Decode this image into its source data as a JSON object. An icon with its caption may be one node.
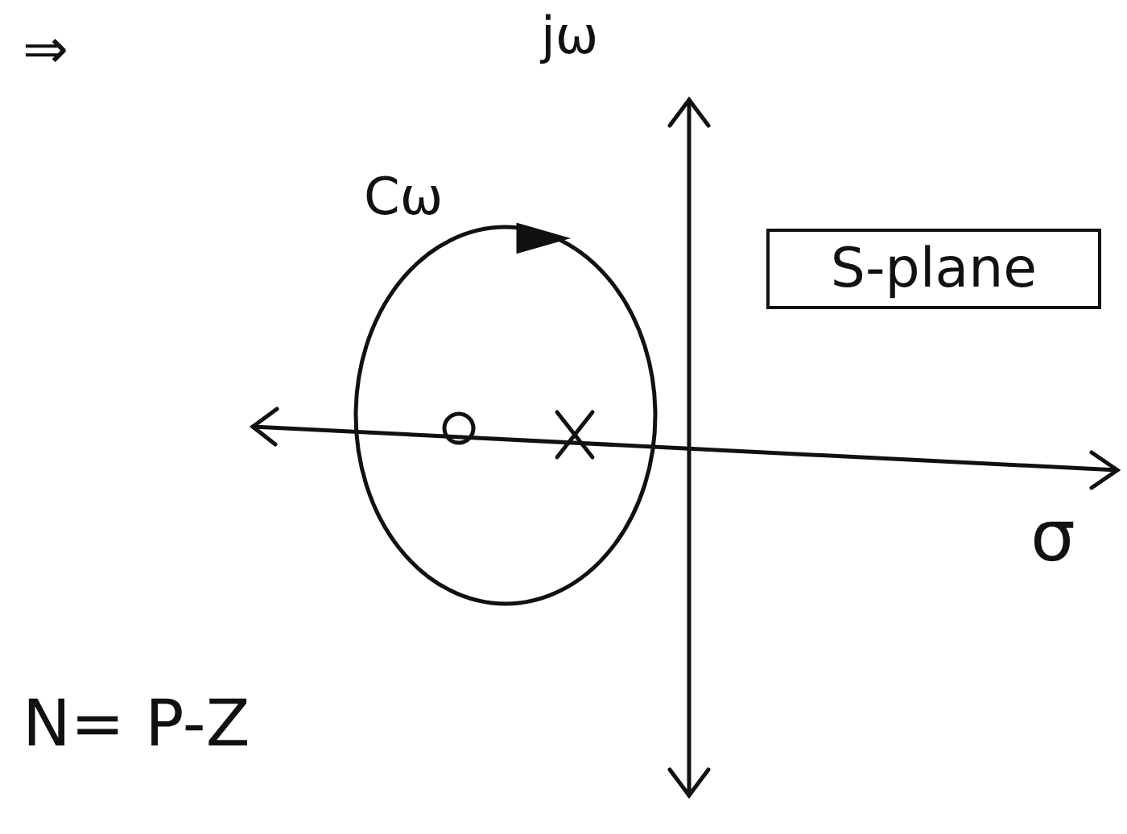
{
  "diagram": {
    "nodes": [
      {
        "text": [
          "S-plane"
        ]
      }
    ],
    "labels": [
      "⇒",
      "jω",
      "Cω",
      "σ",
      "N= P-Z"
    ]
  }
}
